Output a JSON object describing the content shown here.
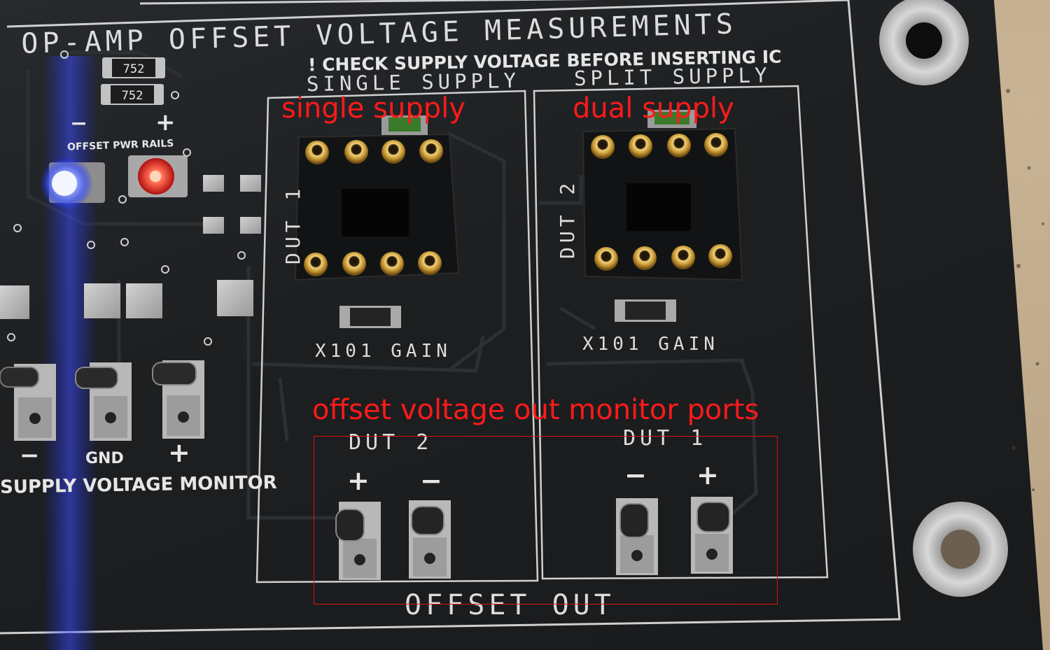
{
  "board": {
    "title": "OP-AMP OFFSET VOLTAGE MEASUREMENTS",
    "warning": "! CHECK SUPPLY VOLTAGE BEFORE INSERTING IC",
    "single_supply_label": "SINGLE SUPPLY",
    "split_supply_label": "SPLIT SUPPLY",
    "dut1_label": "DUT 1",
    "dut2_label": "DUT 2",
    "gain_left": "X101 GAIN",
    "gain_right": "X101 GAIN",
    "resistor_top": "752",
    "resistor_bottom": "752",
    "rail_minus": "−",
    "rail_plus": "+",
    "offset_pwr_rails": "OFFSET PWR RAILS",
    "monitor_minus": "−",
    "monitor_gnd": "GND",
    "monitor_plus": "+",
    "supply_voltage_monitor": "SUPPLY VOLTAGE MONITOR",
    "offset_dut2": "DUT 2",
    "offset_dut2_plus": "+",
    "offset_dut2_minus": "−",
    "offset_dut1": "DUT 1",
    "offset_dut1_minus": "−",
    "offset_dut1_plus": "+",
    "offset_out": "OFFSET OUT"
  },
  "annotations": {
    "single": "single supply",
    "dual": "dual supply",
    "ports": "offset voltage out monitor ports"
  },
  "colors": {
    "annotation": "#ff1a1a",
    "pcb": "#1e2022",
    "silkscreen": "#dcdcdc",
    "gold_pin": "#d4a53a",
    "blue_led": "#4a6bff",
    "red_led": "#ff3b2f"
  }
}
